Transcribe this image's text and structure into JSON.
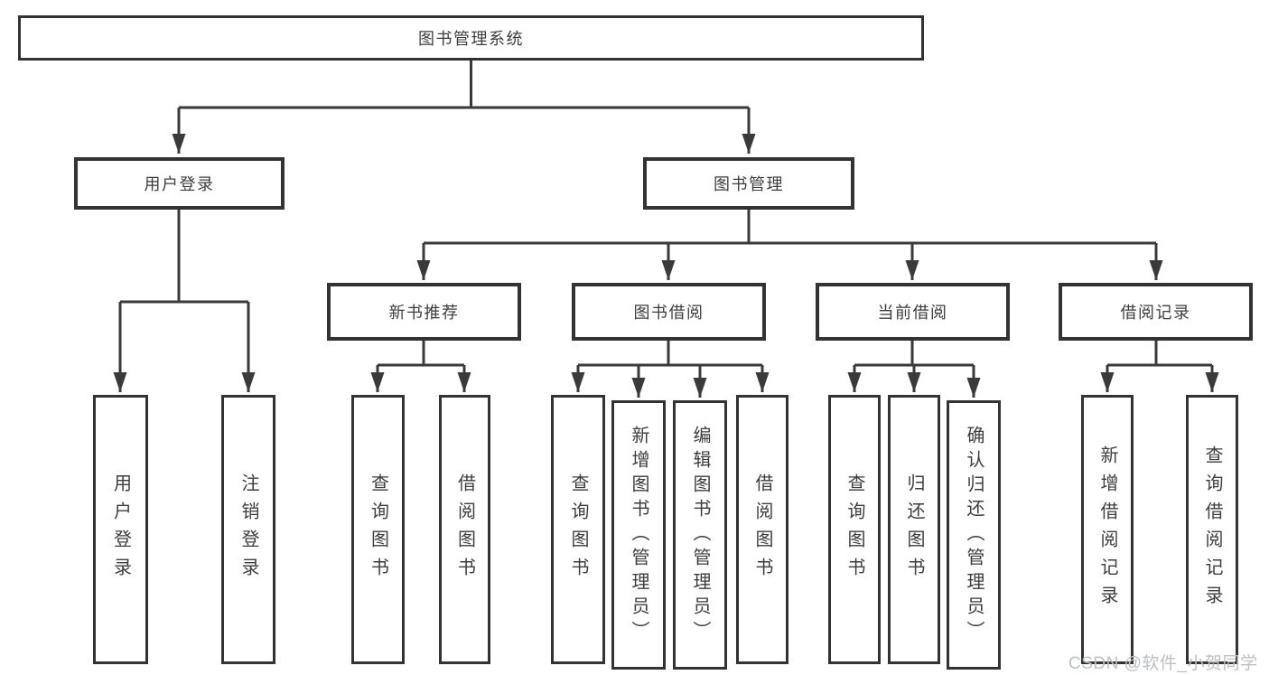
{
  "diagram": {
    "root": {
      "label": "图书管理系统"
    },
    "level2": [
      {
        "label": "用户登录"
      },
      {
        "label": "图书管理"
      }
    ],
    "level3": [
      {
        "label": "新书推荐"
      },
      {
        "label": "图书借阅"
      },
      {
        "label": "当前借阅"
      },
      {
        "label": "借阅记录"
      }
    ],
    "leaves": [
      {
        "label": "用户登录"
      },
      {
        "label": "注销登录"
      },
      {
        "label": "查询图书"
      },
      {
        "label": "借阅图书"
      },
      {
        "label": "查询图书"
      },
      {
        "label": "新增图书（管理员）"
      },
      {
        "label": "编辑图书（管理员）"
      },
      {
        "label": "借阅图书"
      },
      {
        "label": "查询图书"
      },
      {
        "label": "归还图书"
      },
      {
        "label": "确认归还（管理员）"
      },
      {
        "label": "新增借阅记录"
      },
      {
        "label": "查询借阅记录"
      }
    ]
  },
  "watermark": {
    "text": "CSDN @软件_小贺同学"
  },
  "colors": {
    "line": "#3a3a3a",
    "border": "#333333",
    "text": "#3d3d3d",
    "watermark": "#bcc0c4",
    "background": "#ffffff"
  }
}
